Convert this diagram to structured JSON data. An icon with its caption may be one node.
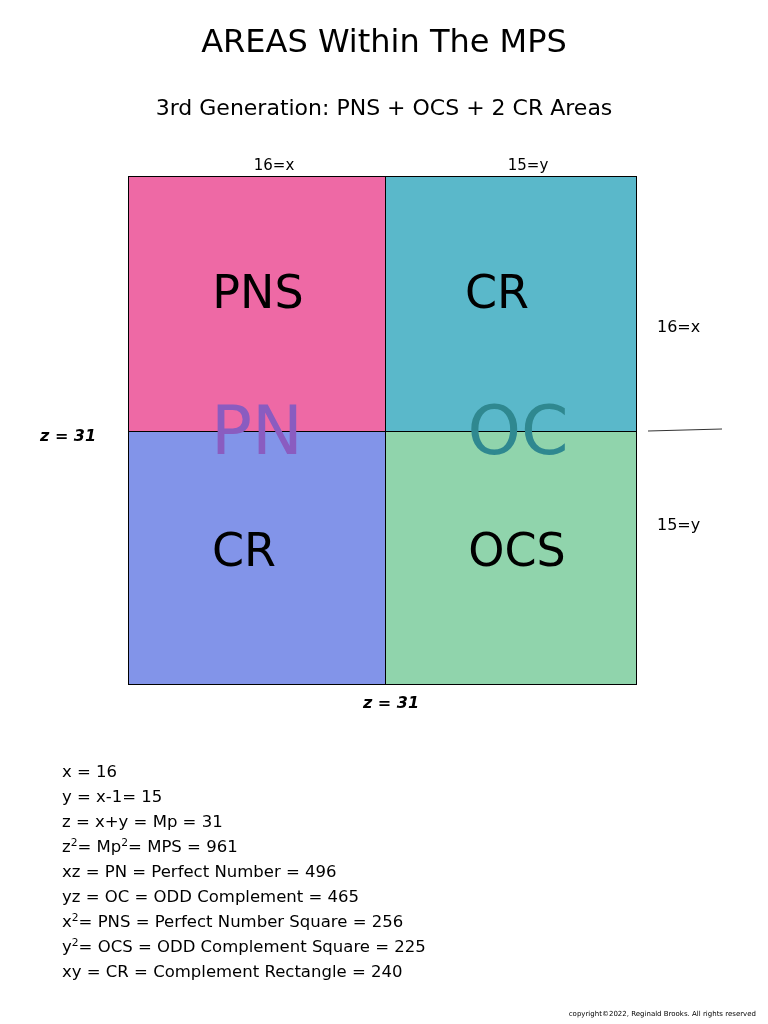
{
  "diagram": {
    "title": "AREAS Within The MPS",
    "nodes": [
      {
        "text": [
          "PNS"
        ]
      },
      {
        "text": [
          "CR"
        ]
      },
      {
        "text": [
          "CR"
        ]
      },
      {
        "text": [
          "OCS"
        ]
      }
    ],
    "labels": [
      "3rd Generation: PNS + OCS + 2 CR Areas",
      "16=x",
      "15=y",
      "16=x",
      "PN",
      "OC",
      "z = 31",
      "15=y",
      "z = 31",
      "x = 16",
      "y = x-1= 15",
      "z = x+y = Mp = 31",
      "z$^{2}$= Mp$^{2}$= MPS = 961",
      "xz = PN = Perfect Number = 496",
      "yz = OC = ODD Complement = 465",
      "x$^{2}$= PNS = Perfect Number Square = 256",
      "y$^{2}$= OCS = ODD Complement Square = 225",
      "xy = CR = Complement Rectangle = 240",
      "copyright©2022, Reginald Brooks. All rights reserved"
    ]
  }
}
